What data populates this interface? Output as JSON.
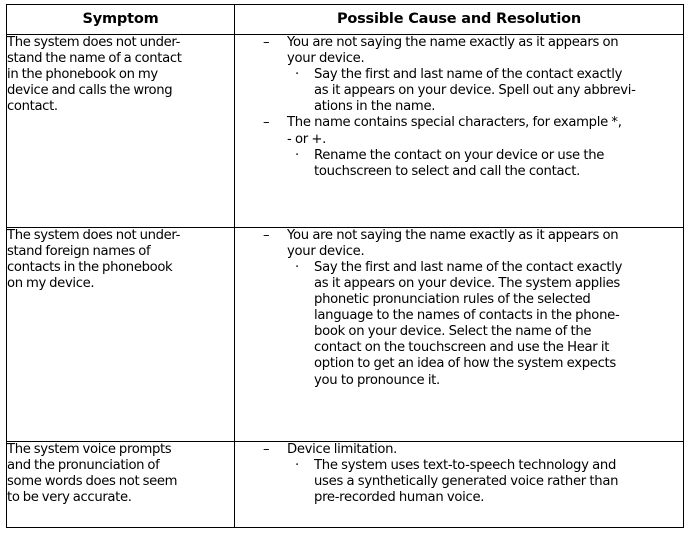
{
  "table": {
    "headers": {
      "symptom": "Symptom",
      "cause": "Possible Cause and Resolution"
    },
    "markers": {
      "dash": "–",
      "bullet": "·"
    },
    "rows": [
      {
        "symptom": "The system does not under-\nstand the name of a contact\nin the phonebook on my\ndevice and calls the wrong\ncontact.",
        "causes": [
          {
            "text": "You are not saying the name exactly as it appears on\nyour device.",
            "subs": [
              "Say the first and last name of the contact exactly\nas it appears on your device. Spell out any abbrevi-\nations in the name."
            ]
          },
          {
            "text": "The name contains special characters, for example *,\n- or +.",
            "subs": [
              "Rename the contact on your device or use the\ntouchscreen to select and call the contact."
            ]
          }
        ]
      },
      {
        "symptom": "The system does not under-\nstand foreign names of\ncontacts in the phonebook\non my device.",
        "causes": [
          {
            "text": "You are not saying the name exactly as it appears on\nyour device.",
            "subs": [
              "Say the first and last name of the contact exactly\nas it appears on your device. The system applies\nphonetic pronunciation rules of the selected\nlanguage to the names of contacts in the phone-\nbook on your device. Select the name of the\ncontact on the touchscreen and use the Hear it\noption to get an idea of how the system expects\nyou to pronounce it."
            ]
          }
        ]
      },
      {
        "symptom": "The system voice prompts\nand the pronunciation of\nsome words does not seem\nto be very accurate.",
        "causes": [
          {
            "text": "Device limitation.",
            "subs": [
              "The system uses text-to-speech technology and\nuses a synthetically generated voice rather than\npre-recorded human voice."
            ]
          }
        ]
      }
    ]
  }
}
